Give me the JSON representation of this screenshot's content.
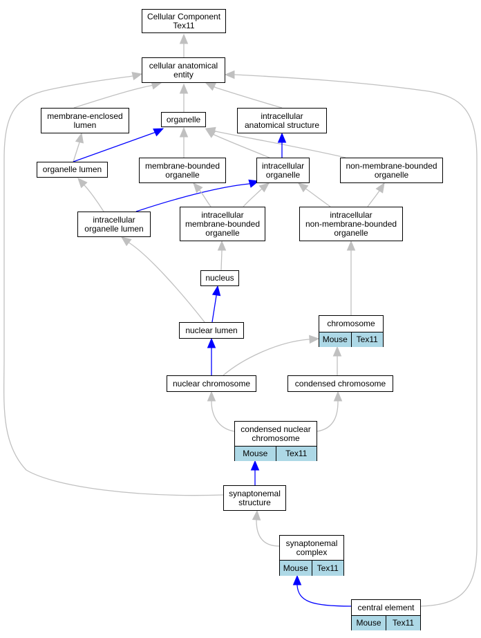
{
  "colors": {
    "is_a_edge": "#c0c0c0",
    "part_of_edge": "#0000ff",
    "annotation_fill": "#add8e6"
  },
  "nodes": {
    "root": {
      "label": "Cellular Component\nTex11"
    },
    "cae": {
      "label": "cellular anatomical\nentity"
    },
    "mel": {
      "label": "membrane-enclosed\nlumen"
    },
    "org": {
      "label": "organelle"
    },
    "ias": {
      "label": "intracellular\nanatomical structure"
    },
    "orgl": {
      "label": "organelle lumen"
    },
    "mbo": {
      "label": "membrane-bounded\norganelle"
    },
    "io": {
      "label": "intracellular\norganelle"
    },
    "nmbo": {
      "label": "non-membrane-bounded\norganelle"
    },
    "iol": {
      "label": "intracellular\norganelle lumen"
    },
    "imbo": {
      "label": "intracellular\nmembrane-bounded\norganelle"
    },
    "inmbo": {
      "label": "intracellular\nnon-membrane-bounded\norganelle"
    },
    "nuc": {
      "label": "nucleus"
    },
    "nl": {
      "label": "nuclear lumen"
    },
    "chr": {
      "label": "chromosome",
      "annotations": [
        "Mouse",
        "Tex11"
      ]
    },
    "nchr": {
      "label": "nuclear chromosome"
    },
    "cchr": {
      "label": "condensed chromosome"
    },
    "cnc": {
      "label": "condensed nuclear\nchromosome",
      "annotations": [
        "Mouse",
        "Tex11"
      ]
    },
    "ss": {
      "label": "synaptonemal\nstructure"
    },
    "sc": {
      "label": "synaptonemal\ncomplex",
      "annotations": [
        "Mouse",
        "Tex11"
      ]
    },
    "ce": {
      "label": "central element",
      "annotations": [
        "Mouse",
        "Tex11"
      ]
    }
  }
}
